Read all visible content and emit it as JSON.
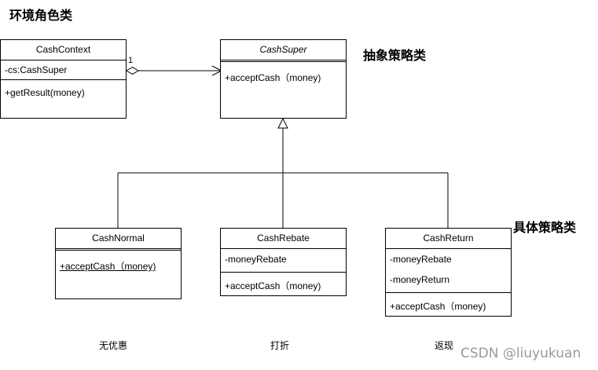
{
  "headings": {
    "context_role": "环境角色类",
    "abstract_role": "抽象策略类",
    "concrete_role": "具体策略类"
  },
  "classes": {
    "cash_context": {
      "name": "CashContext",
      "attributes": [
        "-cs:CashSuper"
      ],
      "operations": [
        "+getResult(money)"
      ]
    },
    "cash_super": {
      "name": "CashSuper",
      "operations": [
        "+acceptCash（money)"
      ]
    },
    "cash_normal": {
      "name": "CashNormal",
      "operations": [
        "+acceptCash（money)"
      ]
    },
    "cash_rebate": {
      "name": "CashRebate",
      "attributes": [
        "-moneyRebate"
      ],
      "operations": [
        "+acceptCash（money)"
      ]
    },
    "cash_return": {
      "name": "CashReturn",
      "attributes": [
        "-moneyRebate",
        "-moneyReturn"
      ],
      "operations": [
        "+acceptCash（money)"
      ]
    }
  },
  "association": {
    "multiplicity": "1"
  },
  "captions": {
    "cash_normal": "无优惠",
    "cash_rebate": "打折",
    "cash_return": "返现"
  },
  "watermark": "CSDN @liuyukuan"
}
